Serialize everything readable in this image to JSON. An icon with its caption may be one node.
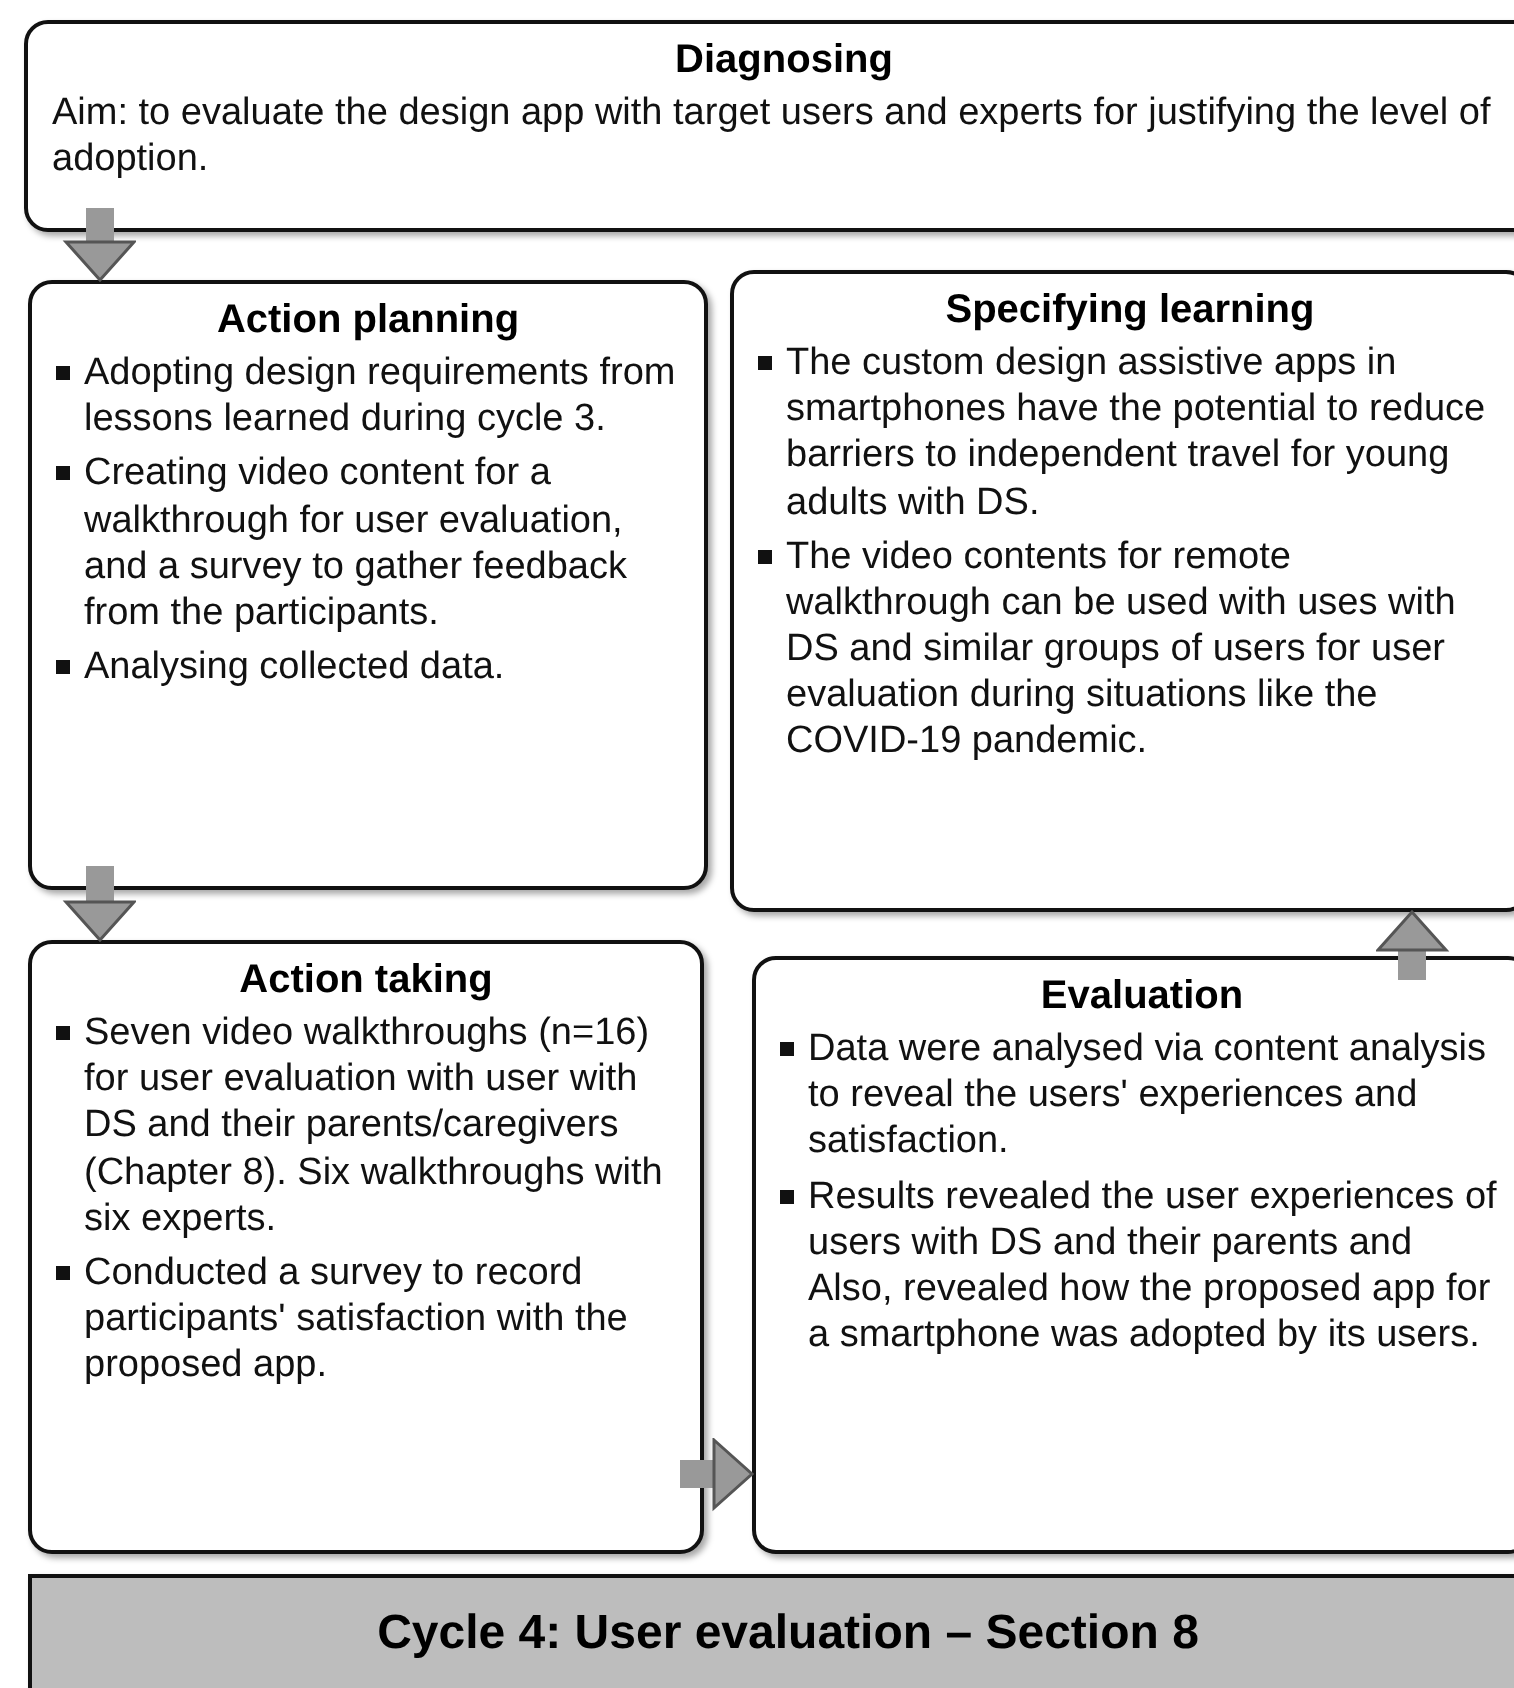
{
  "diagram": {
    "nodes": [
      {
        "text": [
          "Diagnosing",
          "Aim: to evaluate the design app with target users and experts for justifying the level of adoption."
        ]
      },
      {
        "text": [
          "Action planning",
          "Adopting design requirements from lessons learned during cycle 3.",
          "Creating video content for a walkthrough for user evaluation, and a survey to gather feedback from the participants.",
          "Analysing collected data."
        ]
      },
      {
        "text": [
          "Specifying learning",
          "The custom design assistive apps in smartphones have the potential to reduce barriers to independent travel for young adults with DS.",
          "The video contents for remote walkthrough can be used with uses with DS and similar groups of users for user evaluation during situations like the COVID-19 pandemic."
        ]
      },
      {
        "text": [
          "Action taking",
          "Seven video walkthroughs (n=16) for user evaluation with user with DS and their parents/caregivers (Chapter 8). Six walkthroughs with six experts.",
          "Conducted a survey to record participants' satisfaction with the proposed app."
        ]
      },
      {
        "text": [
          "Evaluation",
          "Data were analysed via content analysis to reveal the users' experiences and satisfaction.",
          "Results revealed the user experiences of users with DS and their parents and Also, revealed how the proposed app for a smartphone was adopted by its users."
        ]
      },
      {
        "text": [
          "Cycle 4: User evaluation – Section 8"
        ]
      }
    ],
    "edges": [
      {
        "from": 0,
        "to": 1,
        "arrow": "to"
      },
      {
        "from": 1,
        "to": 3,
        "arrow": "to"
      },
      {
        "from": 3,
        "to": 4,
        "arrow": "to"
      },
      {
        "from": 4,
        "to": 2,
        "arrow": "to"
      }
    ]
  }
}
